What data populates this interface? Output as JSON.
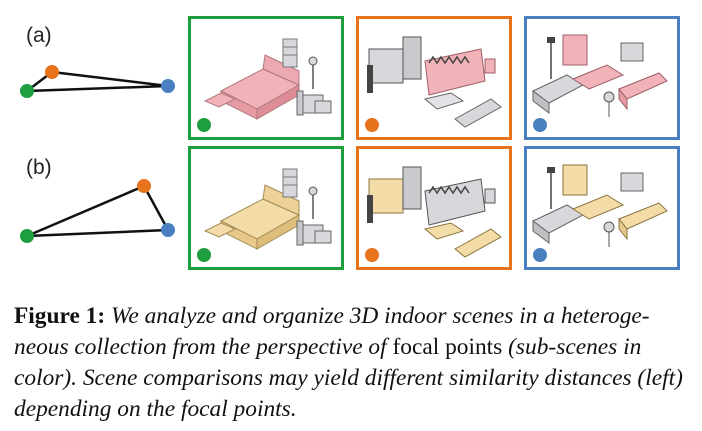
{
  "figure": {
    "row_labels": [
      "(a)",
      "(b)"
    ],
    "colors": {
      "green": "#1e9e3e",
      "orange": "#e8731d",
      "blue": "#4a7fc0",
      "highlight_pink": "#f2b3b8",
      "highlight_tan": "#f3dca8",
      "furniture_gray": "#d8d8dc"
    }
  },
  "caption": {
    "label": "Figure 1:",
    "part1": "We analyze and organize 3D indoor scenes in a heteroge-neous collection from the perspective of",
    "roman": "focal points",
    "part2": "(sub-scenes in color). Scene comparisons may yield different similarity distances (left) depending on the focal points."
  }
}
